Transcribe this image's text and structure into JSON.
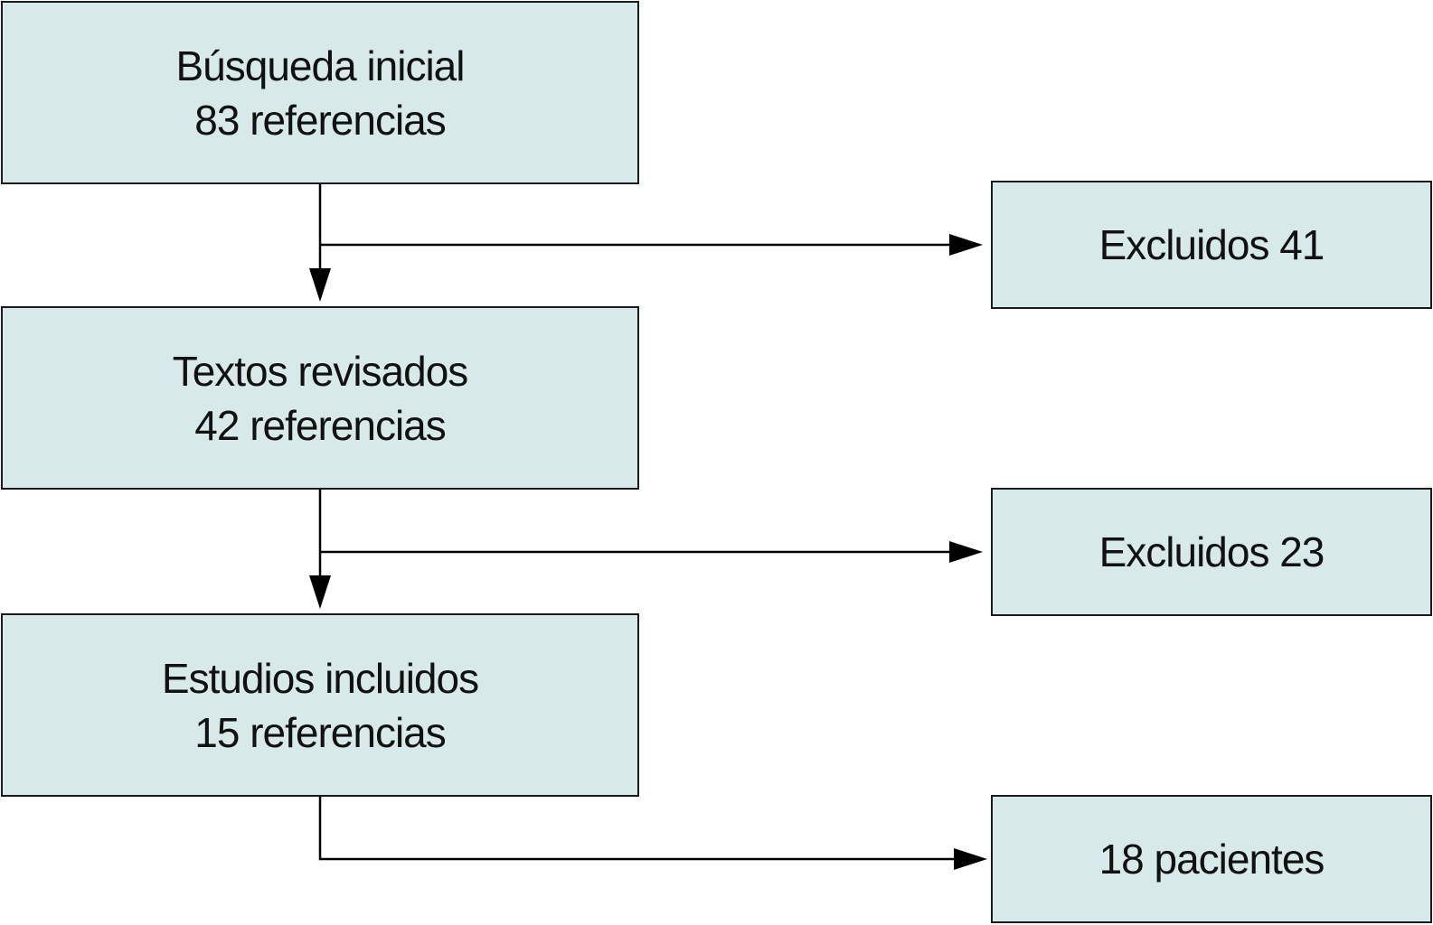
{
  "colors": {
    "box_fill": "#d8e9e9",
    "box_border": "#1a1a1a",
    "connector": "#000000",
    "text": "#111111"
  },
  "flow": {
    "search": {
      "title": "Búsqueda inicial",
      "count": "83 referencias"
    },
    "reviewed": {
      "title": "Textos revisados",
      "count": "42 referencias"
    },
    "included": {
      "title": "Estudios incluidos",
      "count": "15 referencias"
    }
  },
  "side": {
    "excluded_first": "Excluidos 41",
    "excluded_second": "Excluidos 23",
    "patients": "18 pacientes"
  }
}
